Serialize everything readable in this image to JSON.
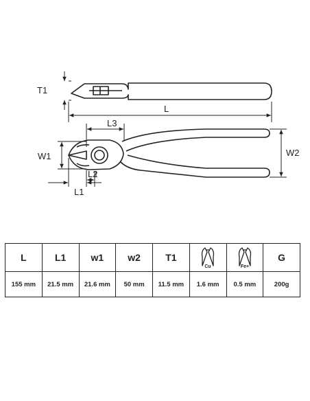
{
  "diagram": {
    "labels": {
      "t1": "T1",
      "l": "L",
      "l3": "L3",
      "w1": "W1",
      "w2": "W2",
      "l2": "L2",
      "l1": "L1"
    }
  },
  "table": {
    "headers": [
      {
        "text": "L"
      },
      {
        "text": "L1"
      },
      {
        "text": "w1"
      },
      {
        "text": "w2"
      },
      {
        "text": "T1"
      },
      {
        "icon": "cutting-capacity-copper-icon",
        "icon_label": "Cu"
      },
      {
        "icon": "cutting-capacity-steel-icon",
        "icon_label": "Fe+"
      },
      {
        "text": "G"
      }
    ],
    "values": [
      "155 mm",
      "21.5 mm",
      "21.6 mm",
      "50 mm",
      "11.5 mm",
      "1.6 mm",
      "0.5 mm",
      "200g"
    ]
  }
}
